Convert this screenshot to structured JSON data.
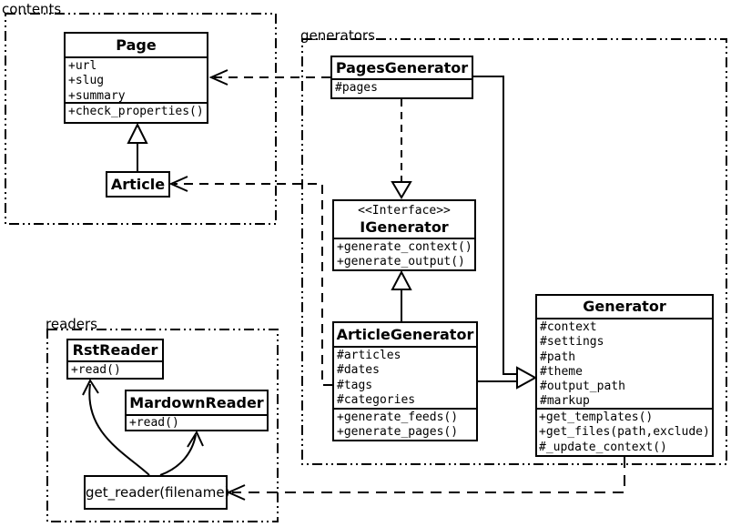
{
  "diagram": {
    "type": "uml-class-diagram",
    "colors": {
      "line": "#000000",
      "background": "#ffffff"
    }
  },
  "packages": {
    "contents": {
      "label": "contents"
    },
    "generators": {
      "label": "generators"
    },
    "readers": {
      "label": "readers"
    }
  },
  "classes": {
    "page": {
      "name": "Page",
      "attributes": [
        "+url",
        "+slug",
        "+summary"
      ],
      "methods": [
        "+check_properties()"
      ]
    },
    "article": {
      "name": "Article"
    },
    "pages_generator": {
      "name": "PagesGenerator",
      "attributes": [
        "#pages"
      ]
    },
    "igenerator": {
      "stereotype": "<<Interface>>",
      "name": "IGenerator",
      "methods": [
        "+generate_context()",
        "+generate_output()"
      ]
    },
    "article_generator": {
      "name": "ArticleGenerator",
      "attributes": [
        "#articles",
        "#dates",
        "#tags",
        "#categories"
      ],
      "methods": [
        "+generate_feeds()",
        "+generate_pages()"
      ]
    },
    "generator": {
      "name": "Generator",
      "attributes": [
        "#context",
        "#settings",
        "#path",
        "#theme",
        "#output_path",
        "#markup"
      ],
      "methods": [
        "+get_templates()",
        "+get_files(path,exclude)",
        "#_update_context()"
      ]
    },
    "rst_reader": {
      "name": "RstReader",
      "methods": [
        "+read()"
      ]
    },
    "mardown_reader": {
      "name": "MardownReader",
      "methods": [
        "+read()"
      ]
    },
    "get_reader": {
      "label": "get_reader(filename)"
    }
  }
}
